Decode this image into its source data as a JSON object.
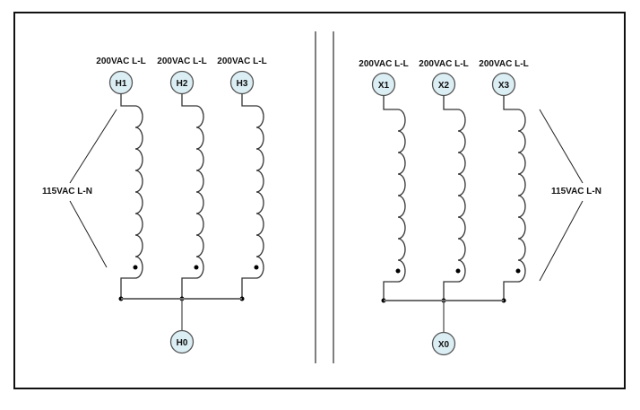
{
  "colors": {
    "terminal_fill": "#dbeef4",
    "line": "#555555",
    "wire": "#6e6e6e",
    "border": "#111111"
  },
  "primary": {
    "terminals": [
      {
        "id": "H1",
        "voltage": "200VAC L-L"
      },
      {
        "id": "H2",
        "voltage": "200VAC L-L"
      },
      {
        "id": "H3",
        "voltage": "200VAC L-L"
      }
    ],
    "neutral": "H0",
    "phase_label": "115VAC L-N"
  },
  "secondary": {
    "terminals": [
      {
        "id": "X1",
        "voltage": "200VAC L-L"
      },
      {
        "id": "X2",
        "voltage": "200VAC L-L"
      },
      {
        "id": "X3",
        "voltage": "200VAC L-L"
      }
    ],
    "neutral": "X0",
    "phase_label": "115VAC L-N"
  }
}
